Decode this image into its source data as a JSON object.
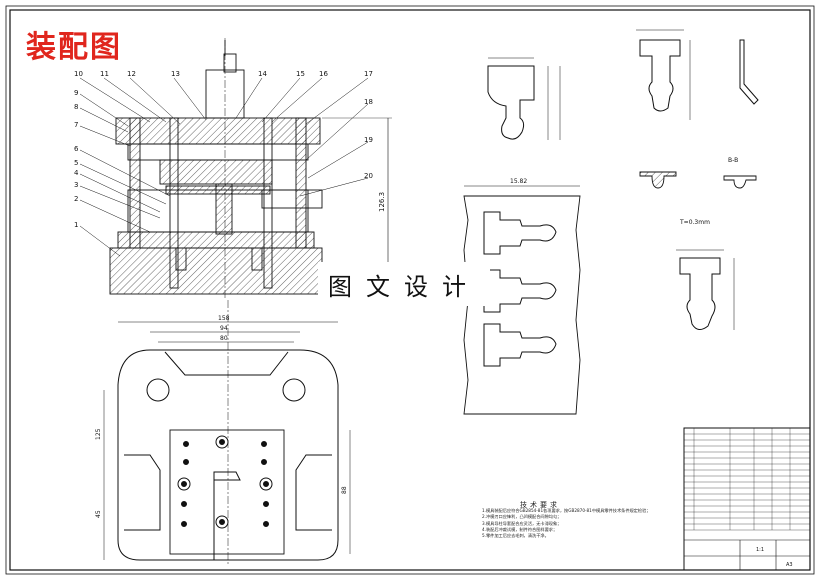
{
  "drawing": {
    "title": "装配图",
    "watermark": "图文设计",
    "part_numbers": [
      "1",
      "2",
      "3",
      "4",
      "5",
      "6",
      "7",
      "8",
      "9",
      "10",
      "11",
      "12",
      "13",
      "14",
      "15",
      "16",
      "17",
      "18",
      "19",
      "20"
    ],
    "dims": {
      "height": "126.3",
      "width_top": "158",
      "width_mid": "94",
      "width_inner": "80",
      "side_a": "125",
      "side_b": "45",
      "side_c": "88",
      "strip_width": "15.82",
      "thickness_label": "T=0.3mm",
      "section": "B-B"
    },
    "notes": {
      "title": "技术要求",
      "lines": [
        "1.模具装配后应符合GB2854-81各项要求，按GB2870-81中模具零件技术条件规定检验；",
        "2.冲模刃口应锋利，凸凹模配合间隙均匀；",
        "3.模具导柱导套配合应灵活，无卡滞现象；",
        "4.装配后冲裁试模，制件符合图样要求；",
        "5.零件加工后应去毛刺，清洗干净。"
      ]
    },
    "title_block": {
      "scale": "1:1",
      "sheet": "A3"
    }
  },
  "colors": {
    "title": "#e0261d",
    "line": "#111111",
    "hatch": "#333333",
    "bg": "#ffffff"
  }
}
